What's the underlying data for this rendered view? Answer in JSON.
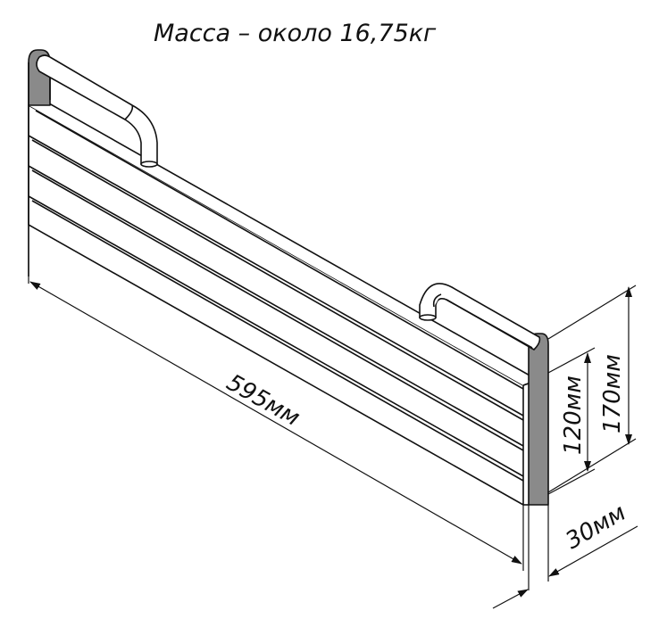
{
  "title": "Масса  –  около  16,75кг",
  "dimensions": {
    "length": "595мм",
    "height_total": "170мм",
    "height_boards": "120мм",
    "thickness": "30мм"
  },
  "colors": {
    "line": "#111111",
    "post_fill": "#8a8a8a",
    "rail_fill": "#ffffff"
  }
}
